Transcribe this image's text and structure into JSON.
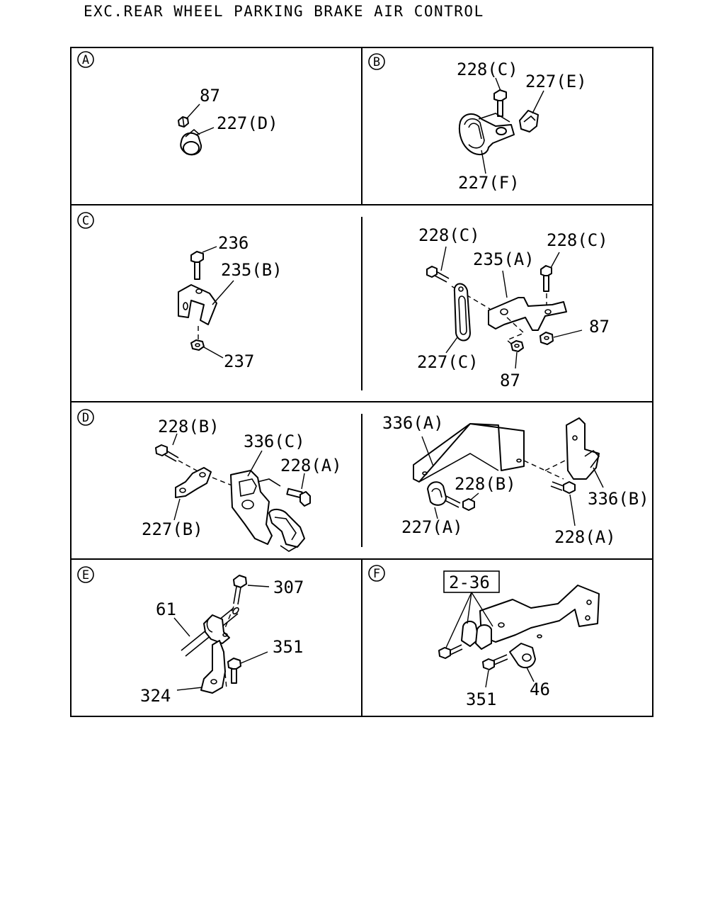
{
  "title": "EXC.REAR WHEEL PARKING BRAKE AIR CONTROL",
  "sections": {
    "a": {
      "marker": "A",
      "labels": [
        "87",
        "227(D)"
      ]
    },
    "b": {
      "marker": "B",
      "labels": [
        "228(C)",
        "227(E)",
        "227(F)"
      ]
    },
    "c": {
      "marker": "C",
      "labels": [
        "236",
        "235(B)",
        "237",
        "228(C)",
        "235(A)",
        "228(C)",
        "87",
        "227(C)",
        "87"
      ]
    },
    "d": {
      "marker": "D",
      "labels": [
        "228(B)",
        "336(C)",
        "228(A)",
        "227(B)",
        "336(A)",
        "228(B)",
        "336(B)",
        "227(A)",
        "228(A)"
      ]
    },
    "e": {
      "marker": "E",
      "labels": [
        "307",
        "61",
        "351",
        "324"
      ]
    },
    "f": {
      "marker": "F",
      "labels": [
        "2-36",
        "351",
        "46"
      ]
    }
  }
}
